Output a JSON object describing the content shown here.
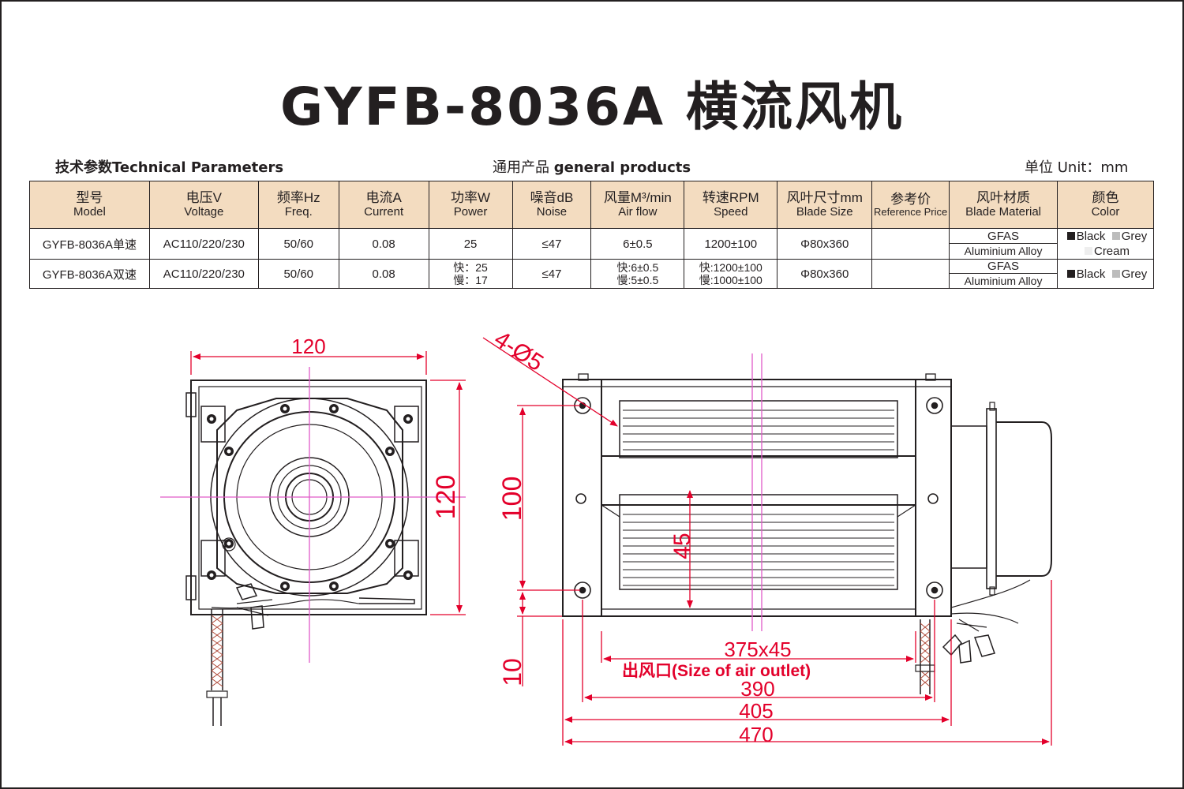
{
  "title": "GYFB-8036A 横流风机",
  "header": {
    "left_zh": "技术参数",
    "left_en": "Technical Parameters",
    "mid_zh": "通用产品",
    "mid_en": "general products",
    "right_zh": "单位",
    "right_en": "Unit：mm"
  },
  "table": {
    "columns": [
      {
        "zh": "型号",
        "en": "Model"
      },
      {
        "zh": "电压V",
        "en": "Voltage"
      },
      {
        "zh": "频率Hz",
        "en": "Freq."
      },
      {
        "zh": "电流A",
        "en": "Current"
      },
      {
        "zh": "功率W",
        "en": "Power"
      },
      {
        "zh": "噪音dB",
        "en": "Noise"
      },
      {
        "zh": "风量M³/min",
        "en": "Air flow"
      },
      {
        "zh": "转速RPM",
        "en": "Speed"
      },
      {
        "zh": "风叶尺寸mm",
        "en": "Blade Size"
      },
      {
        "zh": "参考价",
        "en": "Reference Price"
      },
      {
        "zh": "风叶材质",
        "en": "Blade Material"
      },
      {
        "zh": "颜色",
        "en": "Color"
      }
    ],
    "rows": [
      {
        "model": "GYFB-8036A单速",
        "voltage": "AC110/220/230",
        "freq": "50/60",
        "current": "0.08",
        "power": "25",
        "power2": "",
        "noise": "≤47",
        "airflow": "6±0.5",
        "airflow2": "",
        "speed": "1200±100",
        "speed2": "",
        "blade_size": "Φ80x360",
        "price": "",
        "material_1": "GFAS",
        "material_2": "Aluminium Alloy",
        "color_1": "Black",
        "color_2": "Grey",
        "color_3": "Cream"
      },
      {
        "model": "GYFB-8036A双速",
        "voltage": "AC110/220/230",
        "freq": "50/60",
        "current": "0.08",
        "power": "快：25",
        "power2": "慢：17",
        "noise": "≤47",
        "airflow": "快:6±0.5",
        "airflow2": "慢:5±0.5",
        "speed": "快:1200±100",
        "speed2": "慢:1000±100",
        "blade_size": "Φ80x360",
        "price": "",
        "material_1": "GFAS",
        "material_2": "Aluminium Alloy",
        "color_1": "Black",
        "color_2": "Grey",
        "color_3": ""
      }
    ],
    "swatch_colors": {
      "black": "#231f20",
      "grey": "#bcbcbc",
      "cream": "#eeeeee"
    }
  },
  "drawing": {
    "dims": {
      "front_width": "120",
      "front_height": "120",
      "holes": "4-Ø5",
      "hole_spacing_v": "100",
      "outlet_height": "45",
      "bottom_offset": "10",
      "outlet_size": "375x45",
      "outlet_label": "出风口(Size of  air outlet)",
      "len_390": "390",
      "len_405": "405",
      "len_470": "470"
    },
    "colors": {
      "line": "#231f20",
      "dim": "#e3002b",
      "center": "#e05ac8"
    }
  }
}
